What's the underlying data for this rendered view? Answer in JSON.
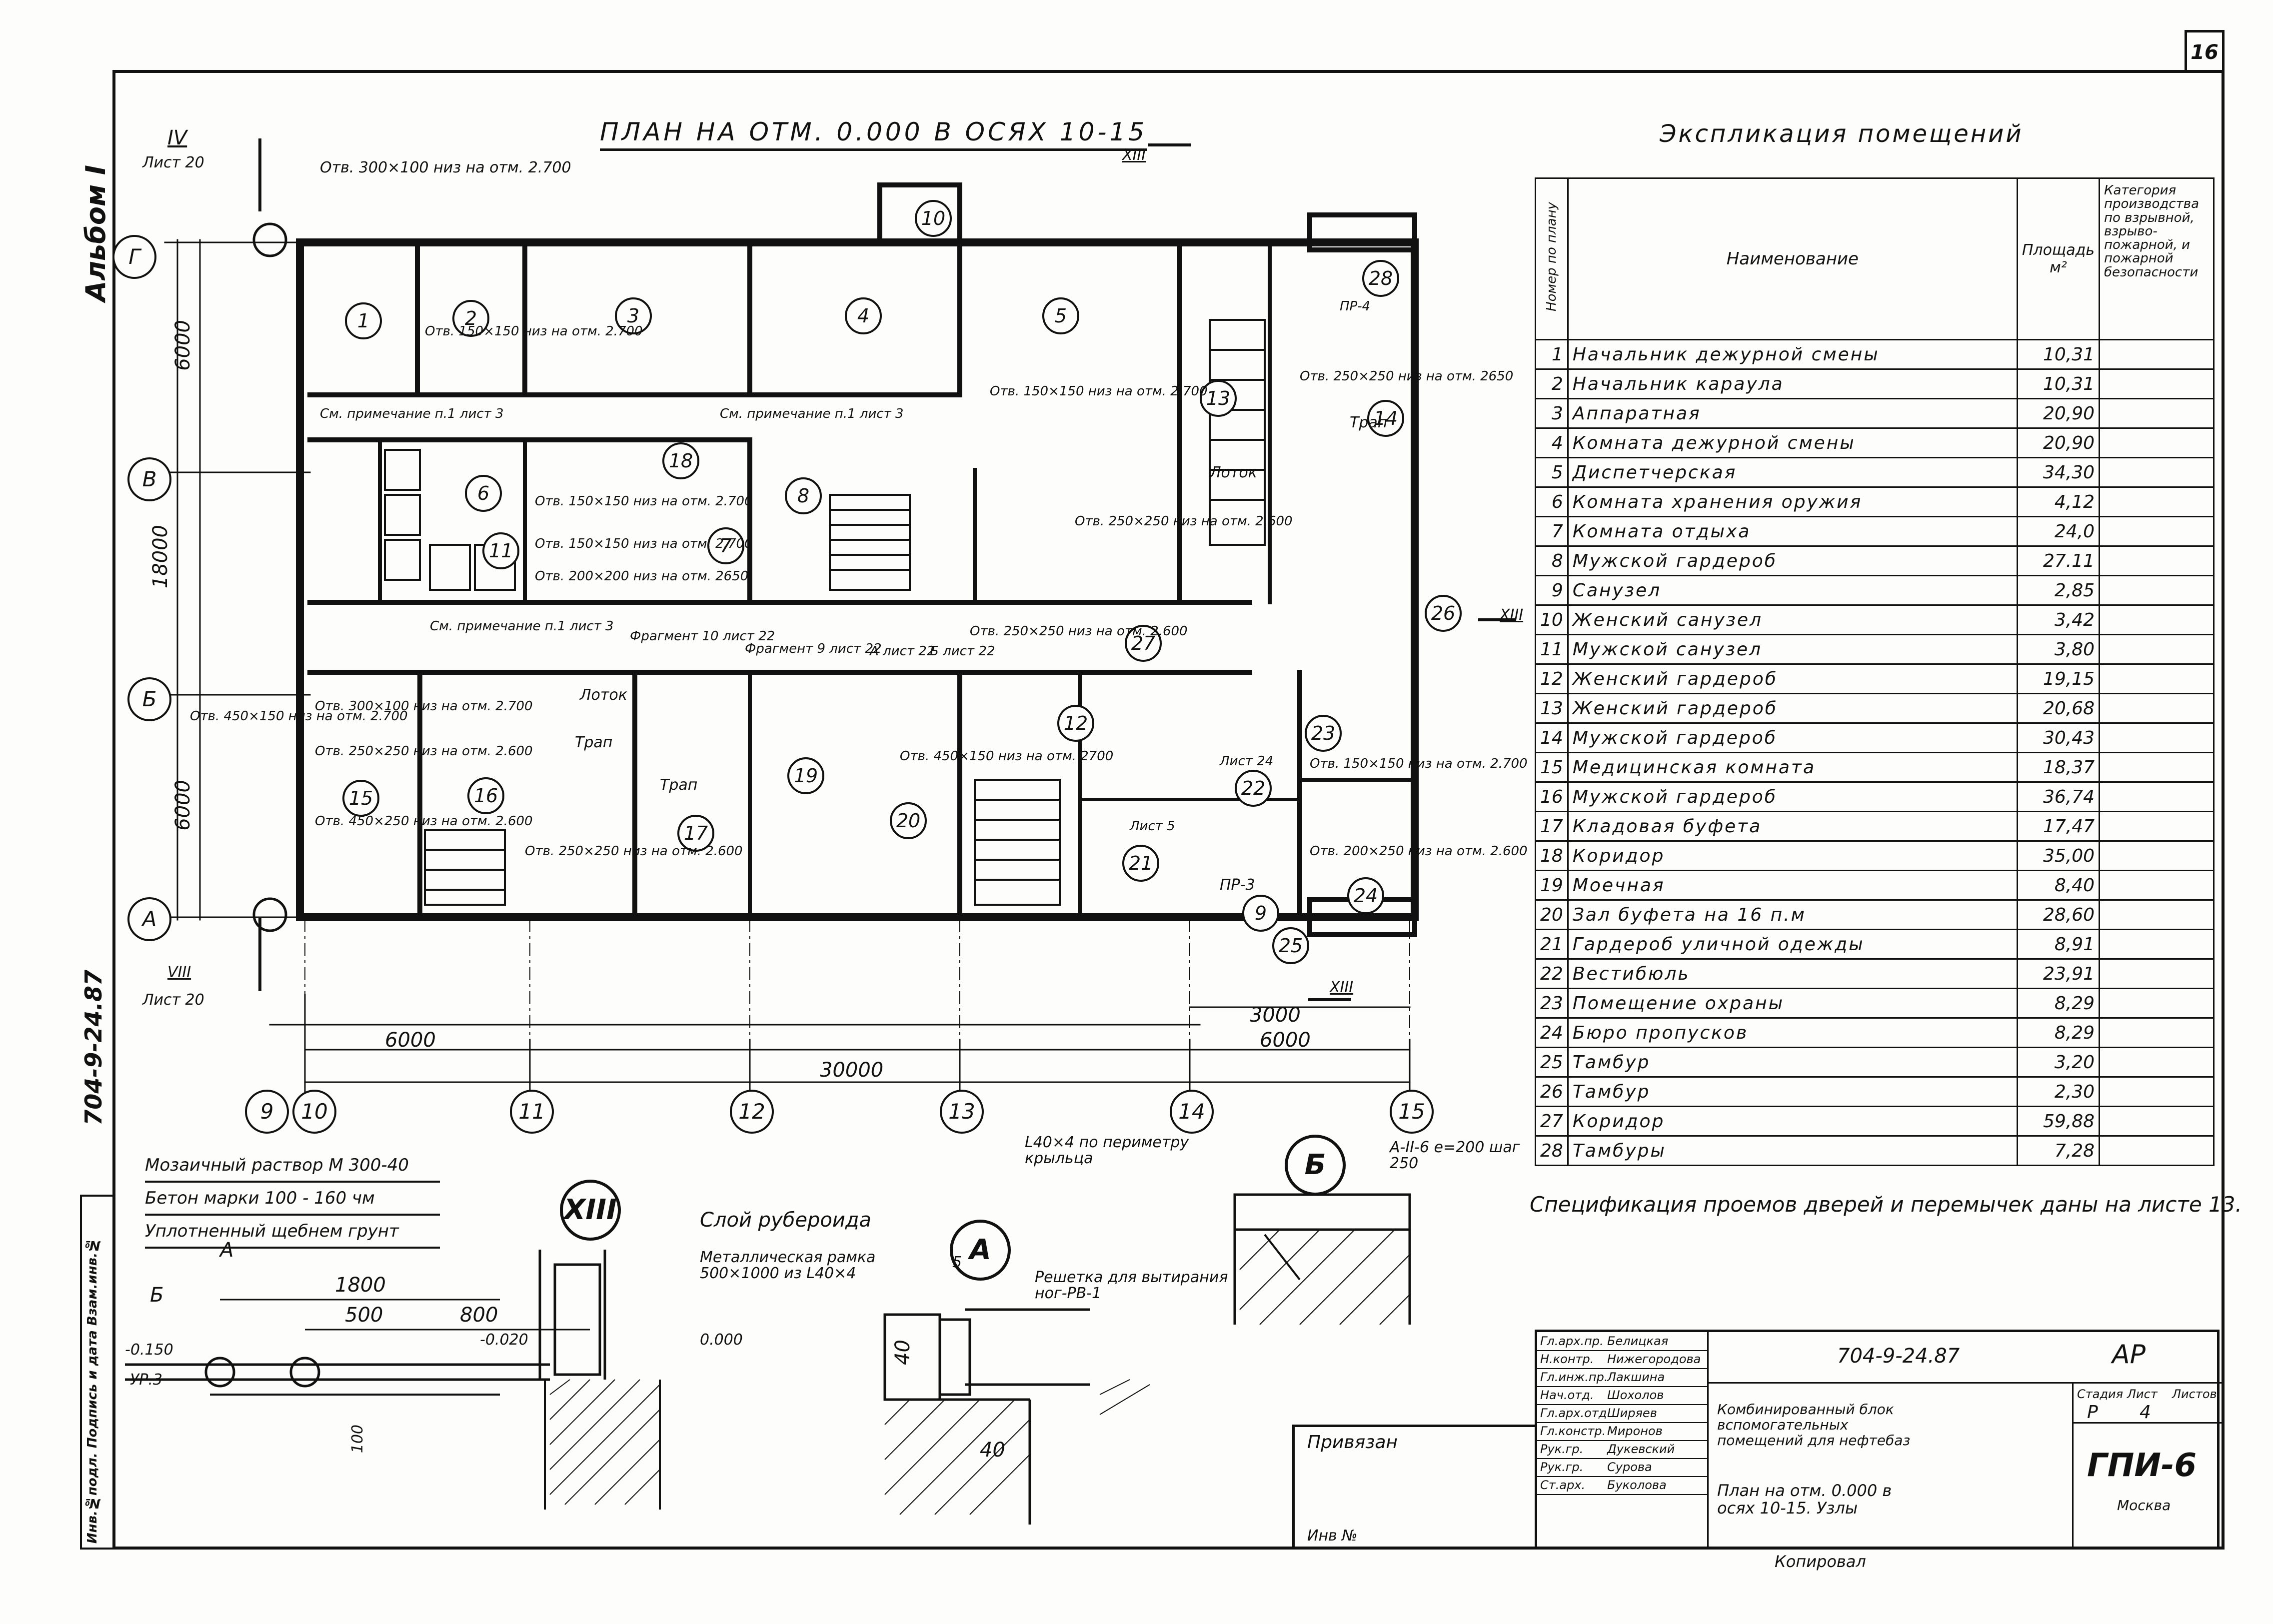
{
  "sheet": {
    "page_number": "16",
    "album": "Альбом I",
    "doc_code_vertical": "704-9-24.87"
  },
  "plan": {
    "title": "ПЛАН НА ОТМ. 0.000 В ОСЯХ 10-15",
    "axes_horizontal": [
      "9",
      "10",
      "11",
      "12",
      "13",
      "14",
      "15"
    ],
    "axes_vertical": [
      "Г",
      "В",
      "Б",
      "А"
    ],
    "dims_overall": [
      "6000",
      "30000",
      "6000",
      "18000",
      "6000",
      "3000"
    ],
    "dims_left": [
      "6000",
      "18000",
      "6000"
    ],
    "rooms": [
      "1",
      "2",
      "3",
      "4",
      "5",
      "6",
      "7",
      "8",
      "9",
      "10",
      "11",
      "12",
      "13",
      "14",
      "15",
      "16",
      "17",
      "18",
      "19",
      "20",
      "21",
      "22",
      "23",
      "24",
      "25",
      "26",
      "27",
      "28"
    ],
    "notes": [
      "Отв. 300×100 низ на отм. 2.700",
      "Отв. 150×150 низ на отм. 2.700",
      "Отв. 150×150 низ на отм. 2.700",
      "См. примечание п.1 лист 3",
      "См. примечание п.1 лист 3",
      "Отв. 150×150 низ на отм. 2.700",
      "Отв. 150×150 низ на отм. 2.700",
      "Отв. 200×200 низ на отм. 2650",
      "Отв. 250×250 низ на отм. 2.600",
      "Отв. 250×250 низ на отм. 2.600",
      "См. примечание п.1 лист 3",
      "Фрагмент 10 лист 22",
      "Фрагмент 9 лист 22",
      "Отв. 300×100 низ на отм. 2.700",
      "Отв. 250×250 низ на отм. 2.600",
      "Отв. 450×250 низ на отм. 2.600",
      "Отв. 250×250 низ на отм. 2.600",
      "Отв. 450×150 низ на отм. 2700",
      "Отв. 150×150 низ на отм. 2.700",
      "Отв. 200×250 низ на отм. 2.600",
      "Отв. 250×250 низ на отм. 2650",
      "Отв. 450×150 низ на отм. 2.700",
      "ПР-3",
      "ПР-4",
      "Трап",
      "Трап",
      "Трап",
      "Лоток",
      "Лоток",
      "Лист 20",
      "Лист 20",
      "Лист 5",
      "Лист 24",
      "А лист 22",
      "Б лист 22"
    ],
    "sections": [
      "IV",
      "XIII",
      "XIII",
      "XIII",
      "VIII"
    ]
  },
  "explication": {
    "title": "Экспликация помещений",
    "headers": {
      "num": "Номер по плану",
      "name": "Наименование",
      "area": "Площадь м²",
      "category": "Категория производства по взрывной, взрыво-пожарной, и пожарной безопасности"
    },
    "rows": [
      [
        "1",
        "Начальник дежурной смены",
        "10,31"
      ],
      [
        "2",
        "Начальник караула",
        "10,31"
      ],
      [
        "3",
        "Аппаратная",
        "20,90"
      ],
      [
        "4",
        "Комната дежурной смены",
        "20,90"
      ],
      [
        "5",
        "Диспетчерская",
        "34,30"
      ],
      [
        "6",
        "Комната хранения оружия",
        "4,12"
      ],
      [
        "7",
        "Комната отдыха",
        "24,0"
      ],
      [
        "8",
        "Мужской гардероб",
        "27.11"
      ],
      [
        "9",
        "Санузел",
        "2,85"
      ],
      [
        "10",
        "Женский санузел",
        "3,42"
      ],
      [
        "11",
        "Мужской санузел",
        "3,80"
      ],
      [
        "12",
        "Женский гардероб",
        "19,15"
      ],
      [
        "13",
        "Женский гардероб",
        "20,68"
      ],
      [
        "14",
        "Мужской гардероб",
        "30,43"
      ],
      [
        "15",
        "Медицинская комната",
        "18,37"
      ],
      [
        "16",
        "Мужской гардероб",
        "36,74"
      ],
      [
        "17",
        "Кладовая буфета",
        "17,47"
      ],
      [
        "18",
        "Коридор",
        "35,00"
      ],
      [
        "19",
        "Моечная",
        "8,40"
      ],
      [
        "20",
        "Зал буфета на 16 п.м",
        "28,60"
      ],
      [
        "21",
        "Гардероб уличной одежды",
        "8,91"
      ],
      [
        "22",
        "Вестибюль",
        "23,91"
      ],
      [
        "23",
        "Помещение охраны",
        "8,29"
      ],
      [
        "24",
        "Бюро пропусков",
        "8,29"
      ],
      [
        "25",
        "Тамбур",
        "3,20"
      ],
      [
        "26",
        "Тамбур",
        "2,30"
      ],
      [
        "27",
        "Коридор",
        "59,88"
      ],
      [
        "28",
        "Тамбуры",
        "7,28"
      ]
    ],
    "spec_note": "Спецификация проемов дверей и перемычек даны на листе 13."
  },
  "details": {
    "layers": [
      "Мозаичный раствор М 300-40",
      "Бетон марки 100 - 160 чм",
      "Уплотненный щебнем грунт"
    ],
    "node_xiii": "XIII",
    "slo_label": "Слой рубероида",
    "frame_label": "Металлическая рамка 500×1000 из L40×4",
    "grate_label": "Решетка для вытирания ног-РВ-1",
    "node_a": "А",
    "node_b": "Б",
    "perimeter_label": "L40×4 по периметру крыльца",
    "rebar_label": "А-II-6 е=200 шаг 250",
    "dims": [
      "1800",
      "500",
      "800",
      "-0.150",
      "0.000",
      "-0.020",
      "УР.3",
      "100",
      "5",
      "40",
      "40",
      "А",
      "Б"
    ]
  },
  "title_block": {
    "code": "704-9-24.87",
    "mark": "АР",
    "project": "Комбинированный блок вспомогательных помещений для нефтебаз",
    "sheet_title": "План на отм. 0.000 в осях 10-15. Узлы",
    "stage_label": "Стадия",
    "stage": "Р",
    "sheet_label": "Лист",
    "sheet": "4",
    "sheets_label": "Листов",
    "sheets": "",
    "org": "ГПИ-6",
    "city": "Москва",
    "signatures": [
      [
        "Гл.арх.пр.",
        "Белицкая"
      ],
      [
        "Н.контр.",
        "Нижегородова"
      ],
      [
        "Гл.инж.пр.",
        "Лакшина"
      ],
      [
        "Нач.отд.",
        "Шохолов"
      ],
      [
        "Гл.арх.отд.",
        "Ширяев"
      ],
      [
        "Гл.констр.",
        "Миронов"
      ],
      [
        "Рук.гр.",
        "Дукевский"
      ],
      [
        "Рук.гр.",
        "Сурова"
      ],
      [
        "Ст.арх.",
        "Буколова"
      ]
    ],
    "linked": "Привязан",
    "inv": "Инв №",
    "copied": "Копировал",
    "binding": "Инв.№подл. Подпись и дата Взам.инв.№"
  }
}
